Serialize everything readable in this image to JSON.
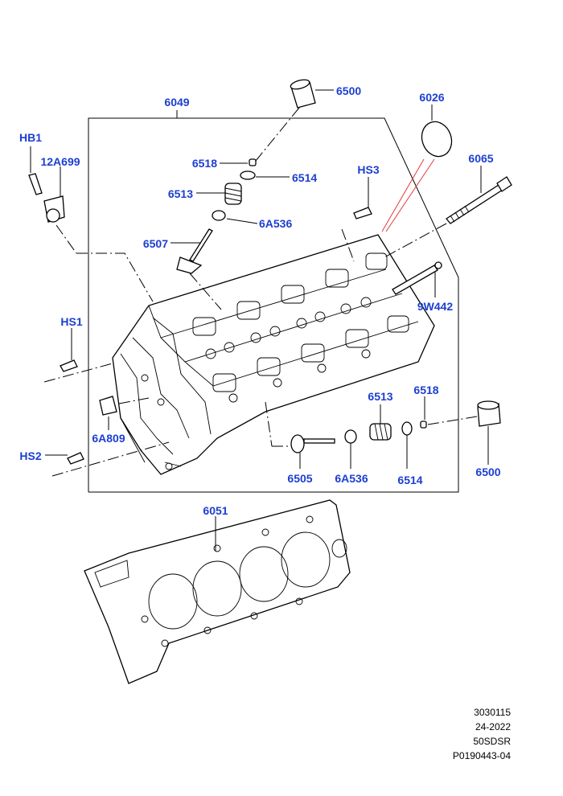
{
  "labels": {
    "p6049": "6049",
    "p6500_top": "6500",
    "p6026": "6026",
    "p6065": "6065",
    "hb1": "HB1",
    "p12a699": "12A699",
    "p6518_top": "6518",
    "p6514_top": "6514",
    "p6513_top": "6513",
    "p6a536_top": "6A536",
    "hs3": "HS3",
    "p6507": "6507",
    "p9w442": "9W442",
    "hs1": "HS1",
    "p6513_bot": "6513",
    "p6518_bot": "6518",
    "p6a809": "6A809",
    "hs2": "HS2",
    "p6505": "6505",
    "p6a536_bot": "6A536",
    "p6514_bot": "6514",
    "p6500_bot": "6500",
    "p6051": "6051"
  },
  "footer": {
    "line1": "3030115",
    "line2": "24-2022",
    "line3": "50SDSR",
    "line4": "P0190443-04"
  },
  "colors": {
    "label": "#1c3fd1",
    "leader_highlight": "#e23a3a"
  }
}
